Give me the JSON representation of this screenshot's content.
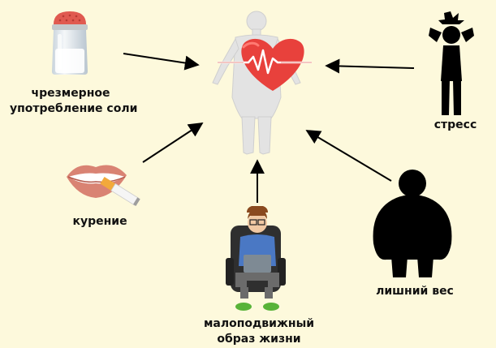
{
  "colors": {
    "background": "#fdf9dc",
    "heart": "#e8413c",
    "silhouette": "#000000",
    "body_outline": "#c9c9c9"
  },
  "center": {
    "icon": "human-body-with-heart-icon"
  },
  "factors": [
    {
      "id": "salt",
      "icon": "salt-shaker-icon",
      "lines": [
        "чрезмерное",
        "употребление соли"
      ]
    },
    {
      "id": "smoking",
      "icon": "smoking-lips-icon",
      "lines": [
        "курение"
      ]
    },
    {
      "id": "sedentary",
      "icon": "person-with-laptop-in-chair-icon",
      "lines": [
        "малоподвижный",
        "образ жизни"
      ]
    },
    {
      "id": "overweight",
      "icon": "overweight-person-icon",
      "lines": [
        "лишний вес"
      ]
    },
    {
      "id": "stress",
      "icon": "stressed-person-icon",
      "lines": [
        "стресс"
      ]
    }
  ]
}
